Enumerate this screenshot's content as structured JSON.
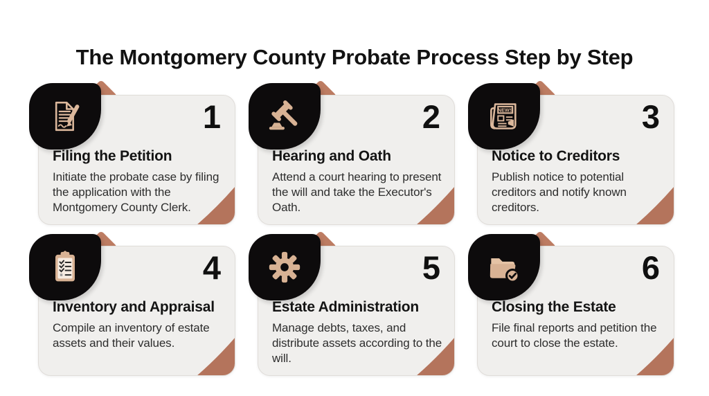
{
  "page": {
    "title": "The Montgomery County Probate Process Step by Step"
  },
  "colors": {
    "background": "#ffffff",
    "card_background": "#f0efed",
    "badge_background": "#0d0b0c",
    "copper_accent": "#b4745c",
    "icon_tan": "#d8b294",
    "heading_text": "#121212",
    "body_text": "#2d2d2d"
  },
  "steps": [
    {
      "number": "1",
      "icon": "document-pencil-icon",
      "title": "Filing the Petition",
      "description": "Initiate the probate case by filing the application with the Montgomery County Clerk."
    },
    {
      "number": "2",
      "icon": "gavel-icon",
      "title": "Hearing and Oath",
      "description": "Attend a court hearing to present the will and take the Executor's Oath."
    },
    {
      "number": "3",
      "icon": "newspaper-megaphone-icon",
      "icon_text": "NEWS",
      "title": "Notice to Creditors",
      "description": "Publish notice to potential creditors and notify known creditors."
    },
    {
      "number": "4",
      "icon": "clipboard-checklist-icon",
      "title": "Inventory and Appraisal",
      "description": "Compile an inventory of estate assets and their values."
    },
    {
      "number": "5",
      "icon": "gear-icon",
      "title": "Estate Administration",
      "description": "Manage debts, taxes, and distribute assets according to the will."
    },
    {
      "number": "6",
      "icon": "folder-check-icon",
      "title": "Closing the Estate",
      "description": "File final reports and petition the court to close the estate."
    }
  ]
}
